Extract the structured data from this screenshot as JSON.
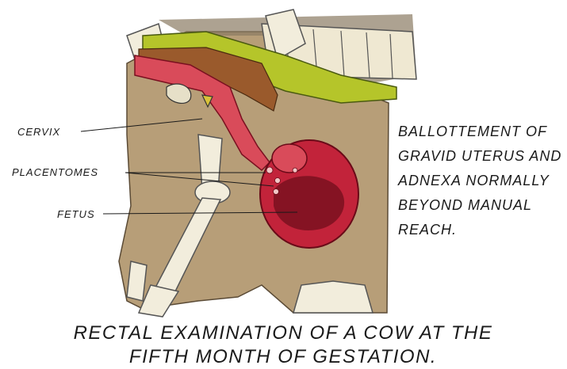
{
  "labels": {
    "cervix": "CERVIX",
    "placentomes": "PLACENTOMES",
    "fetus": "FETUS"
  },
  "side_note": {
    "lines": [
      "BALLOTTEMENT OF",
      "GRAVID UTERUS AND",
      "ADNEXA NORMALLY",
      "BEYOND MANUAL",
      "REACH."
    ]
  },
  "caption": {
    "line1": "RECTAL EXAMINATION OF A COW AT THE",
    "line2": "FIFTH MONTH OF GESTATION."
  },
  "colors": {
    "body_tan": "#b79e78",
    "rectum_yellow": "#b5c52a",
    "muscle_brown": "#9a5a2c",
    "uterus_red": "#c2233a",
    "fetus_dark": "#7a1020",
    "bone": "#f2eddc",
    "ink": "#1a1a1a"
  }
}
